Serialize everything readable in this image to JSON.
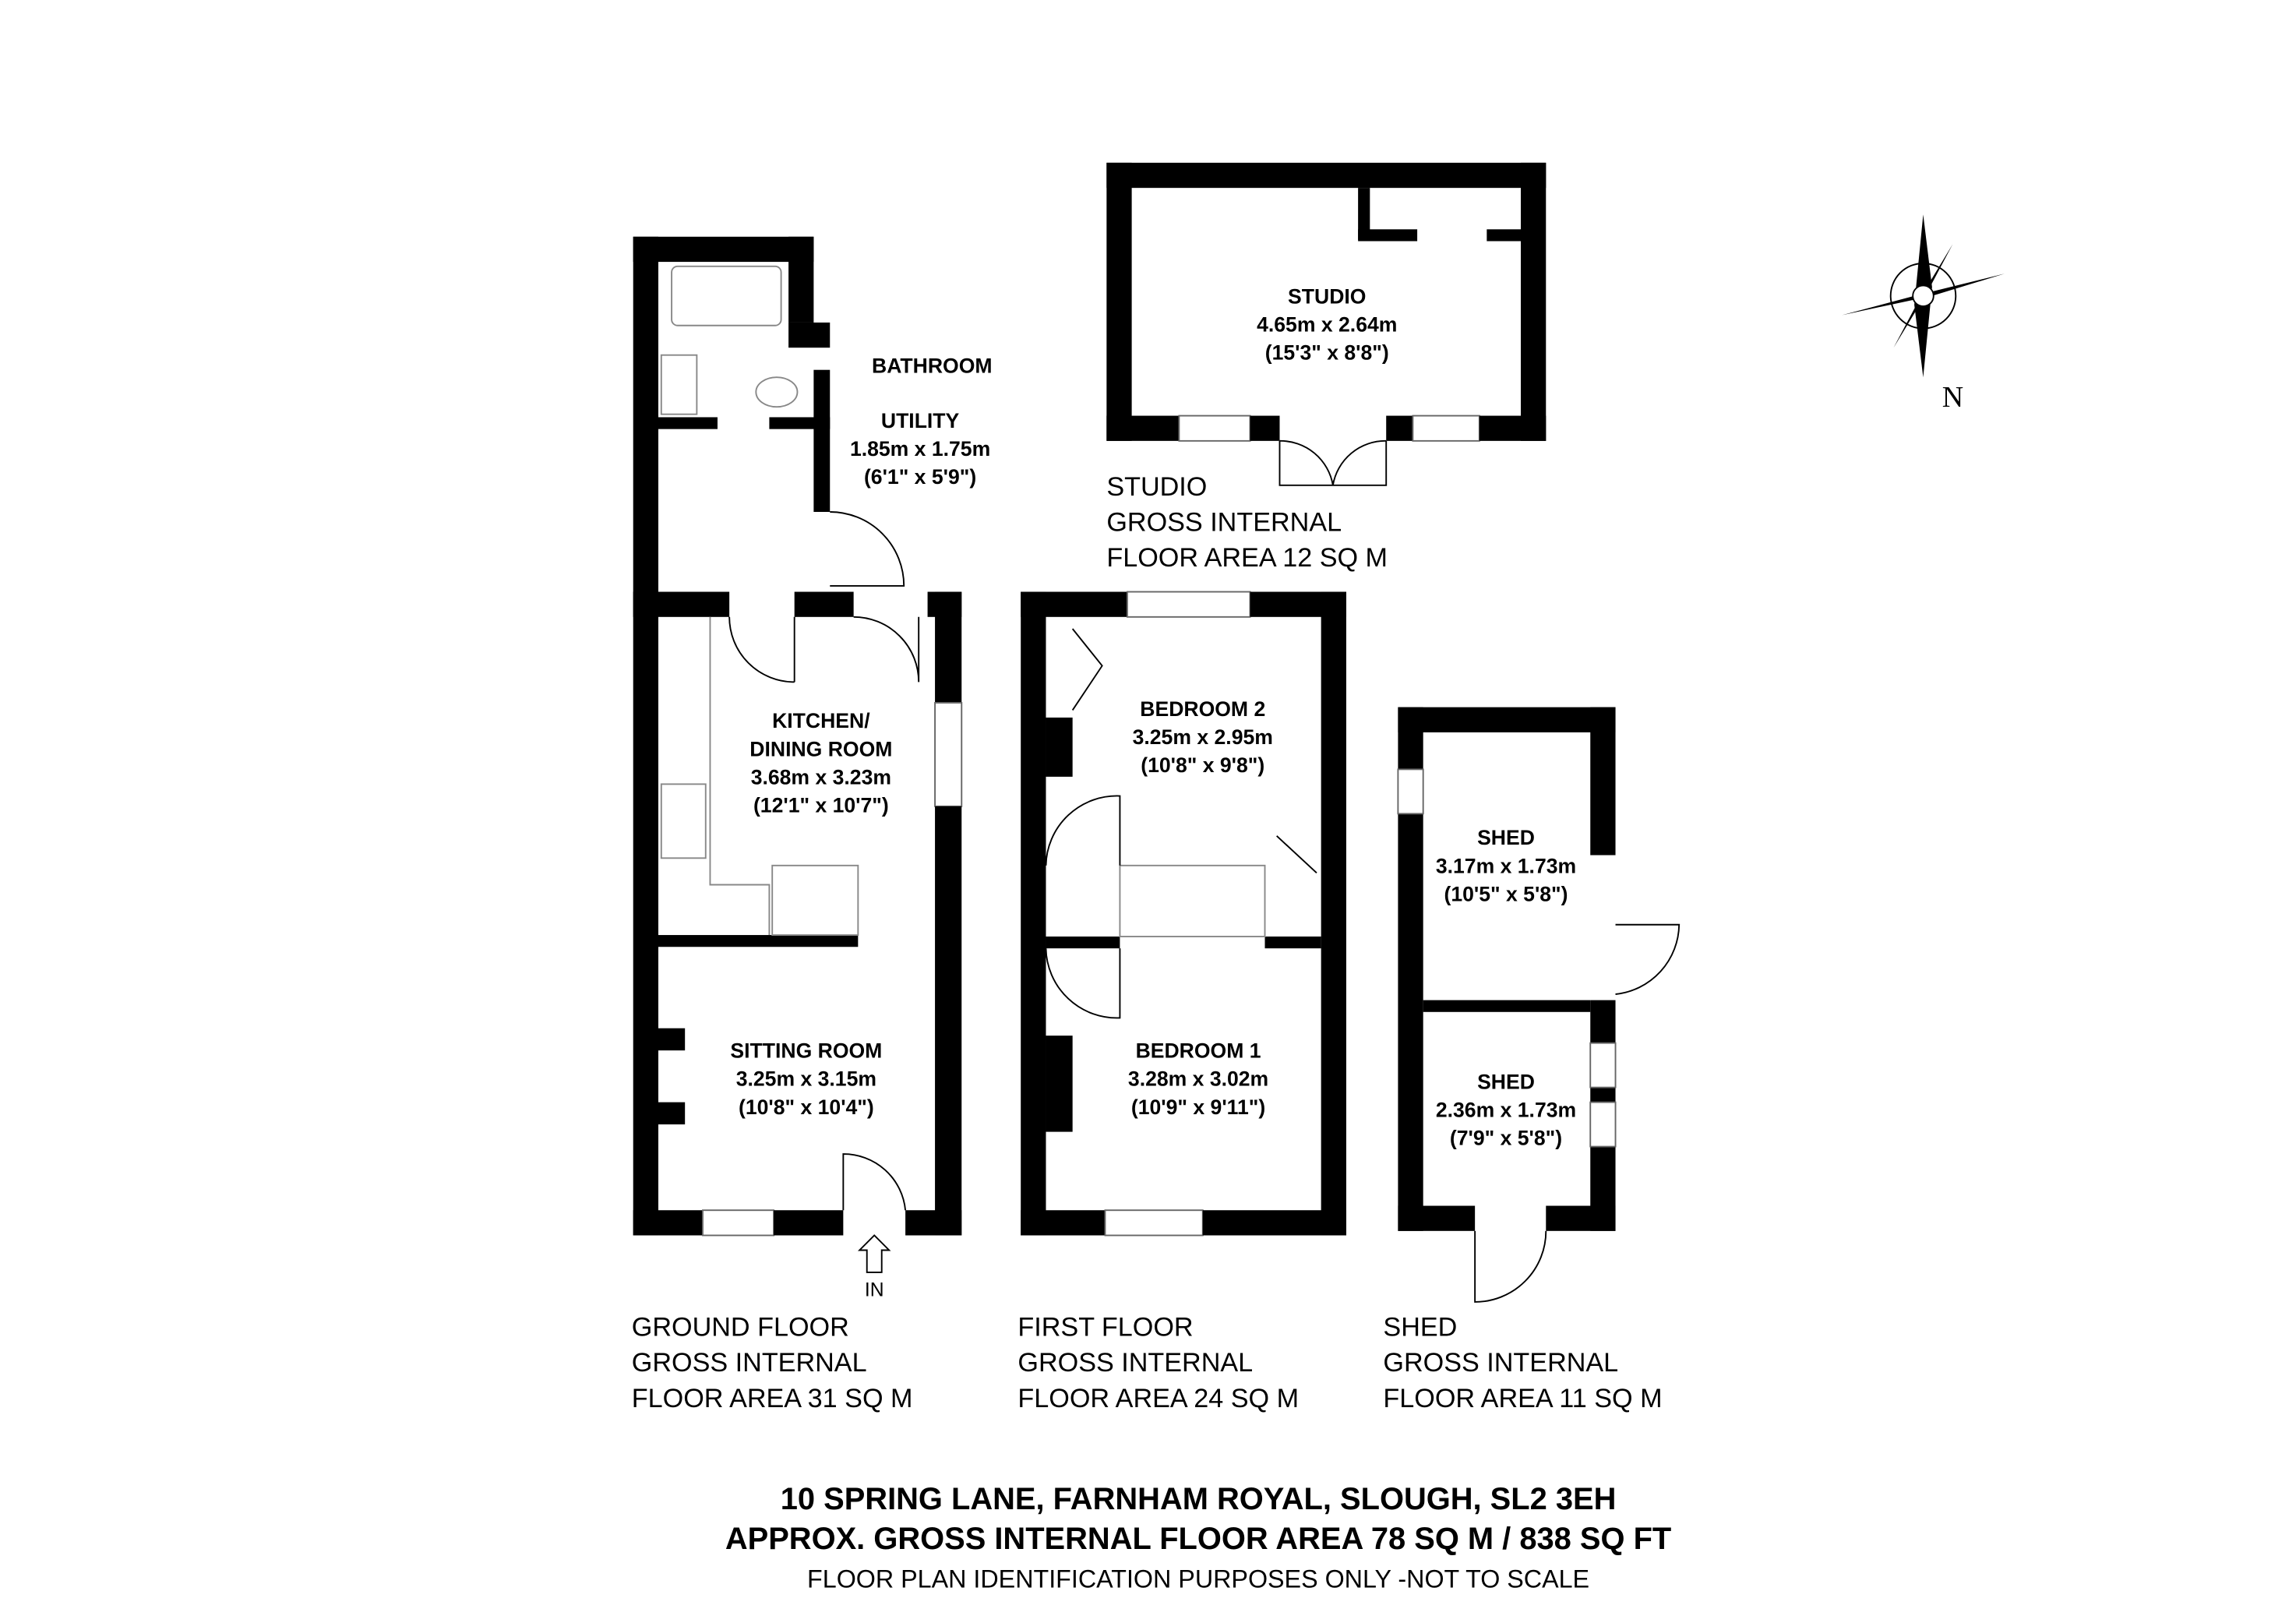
{
  "rooms": {
    "bathroom": {
      "name": "BATHROOM"
    },
    "utility": {
      "name": "UTILITY",
      "metric": "1.85m x 1.75m",
      "imperial": "(6'1\" x 5'9\")"
    },
    "kitchen": {
      "name1": "KITCHEN/",
      "name2": "DINING ROOM",
      "metric": "3.68m x 3.23m",
      "imperial": "(12'1\" x 10'7\")"
    },
    "sitting": {
      "name": "SITTING ROOM",
      "metric": "3.25m x 3.15m",
      "imperial": "(10'8\" x 10'4\")"
    },
    "bedroom2": {
      "name": "BEDROOM 2",
      "metric": "3.25m x 2.95m",
      "imperial": "(10'8\" x 9'8\")"
    },
    "bedroom1": {
      "name": "BEDROOM 1",
      "metric": "3.28m x 3.02m",
      "imperial": "(10'9\" x 9'11\")"
    },
    "studio": {
      "name": "STUDIO",
      "metric": "4.65m x 2.64m",
      "imperial": "(15'3\" x 8'8\")"
    },
    "shed1": {
      "name": "SHED",
      "metric": "3.17m x 1.73m",
      "imperial": "(10'5\" x 5'8\")"
    },
    "shed2": {
      "name": "SHED",
      "metric": "2.36m x 1.73m",
      "imperial": "(7'9\" x 5'8\")"
    }
  },
  "entrance_label": "IN",
  "compass_label": "N",
  "floor_areas": {
    "ground": [
      "GROUND FLOOR",
      "GROSS INTERNAL",
      "FLOOR AREA 31 SQ M"
    ],
    "first": [
      "FIRST FLOOR",
      "GROSS INTERNAL",
      "FLOOR AREA 24 SQ M"
    ],
    "shed": [
      "SHED",
      "GROSS INTERNAL",
      "FLOOR AREA 11 SQ M"
    ],
    "studio": [
      "STUDIO",
      "GROSS INTERNAL",
      "FLOOR AREA 12 SQ M"
    ]
  },
  "footer": {
    "address": "10 SPRING LANE, FARNHAM ROYAL, SLOUGH, SL2 3EH",
    "total_area": "APPROX. GROSS INTERNAL FLOOR AREA 78 SQ M / 838 SQ FT",
    "disclaimer": "FLOOR PLAN IDENTIFICATION PURPOSES ONLY -NOT TO SCALE"
  }
}
